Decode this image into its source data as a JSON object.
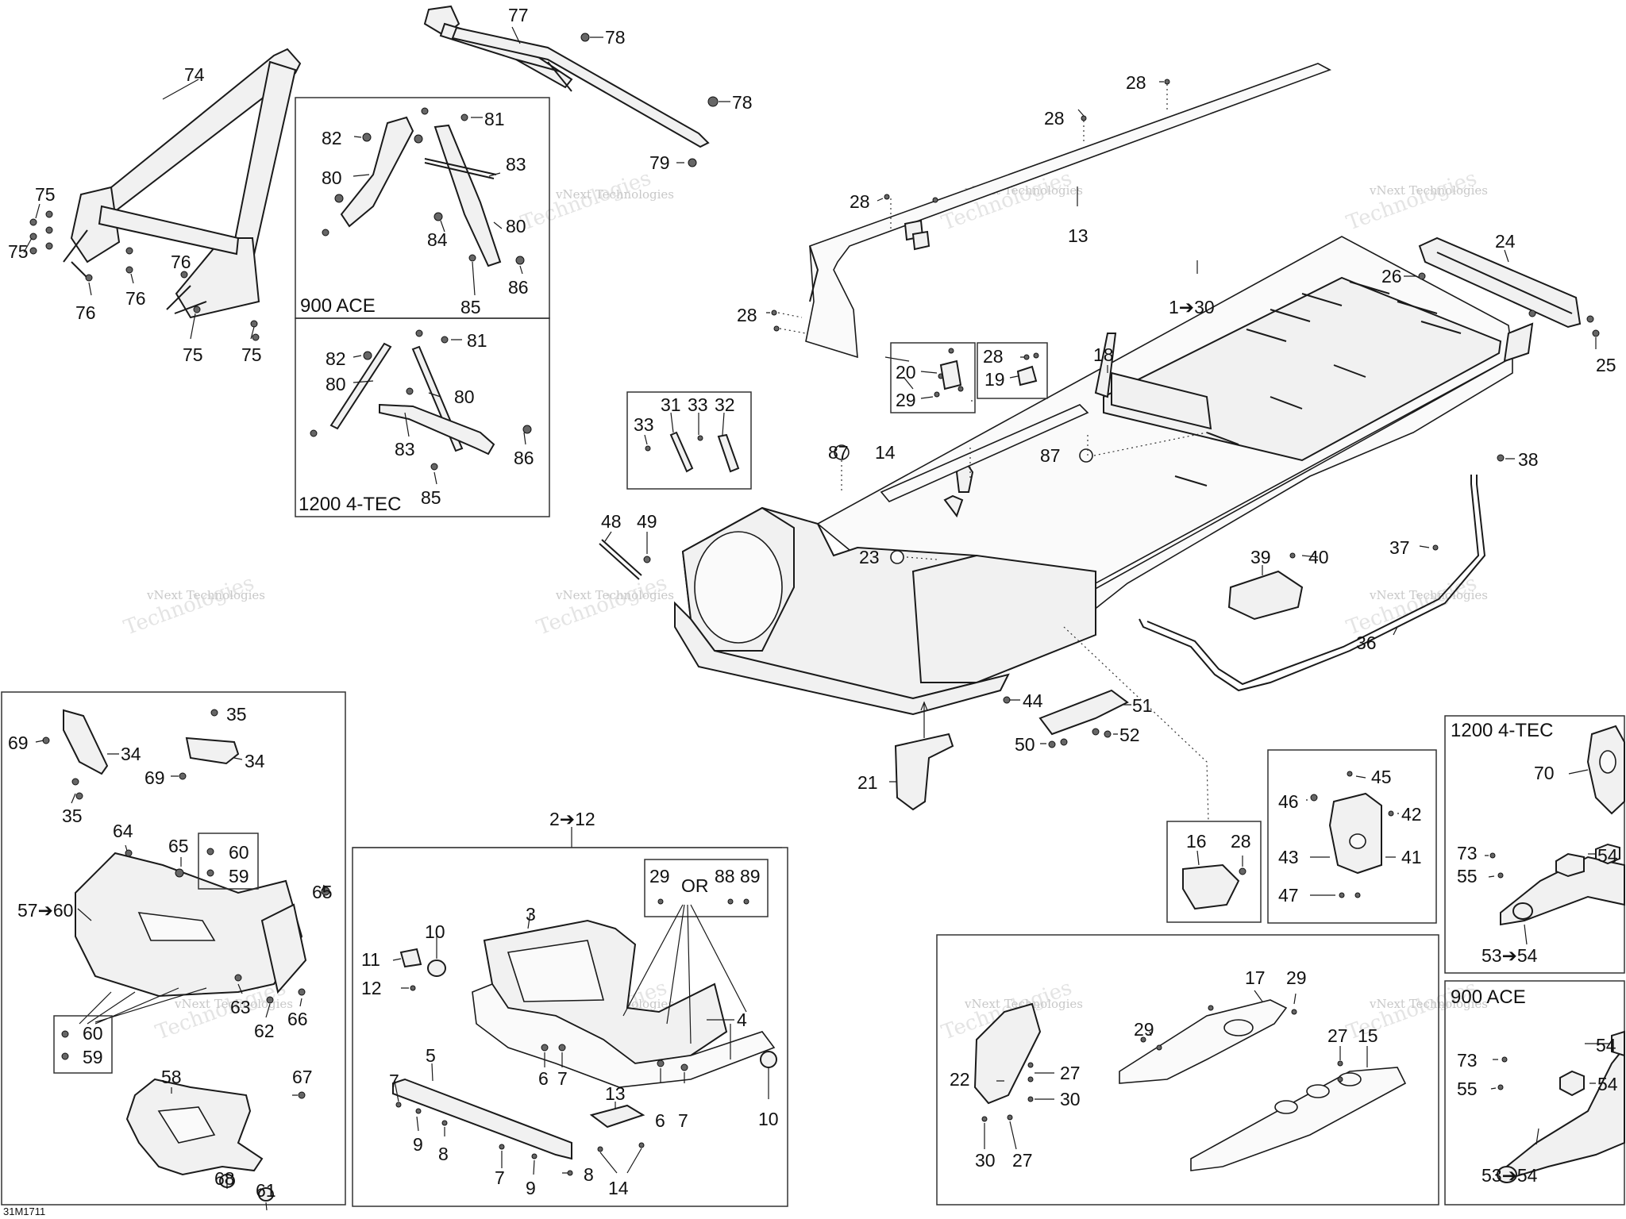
{
  "diagram": {
    "code": "31M1711",
    "watermark_brand": "vNext Technologies",
    "watermark_word": "Technologies",
    "panels": {
      "ace_top": "900 ACE",
      "tec_top": "1200 4-TEC",
      "tec_right": "1200 4-TEC",
      "ace_right": "900 ACE"
    },
    "labels": {
      "l74": "74",
      "l75a": "75",
      "l75b": "75",
      "l75c": "75",
      "l75d": "75",
      "l76a": "76",
      "l76b": "76",
      "l76c": "76",
      "l77": "77",
      "l78a": "78",
      "l78b": "78",
      "l79": "79",
      "l81a": "81",
      "l82a": "82",
      "l80a": "80",
      "l83a": "83",
      "l80b": "80",
      "l84": "84",
      "l86a": "86",
      "l85a": "85",
      "l81b": "81",
      "l82b": "82",
      "l80c": "80",
      "l80d": "80",
      "l83b": "83",
      "l86b": "86",
      "l85b": "85",
      "l28a": "28",
      "l28b": "28",
      "l28c": "28",
      "l28d": "28",
      "l28e": "28",
      "l28f": "28",
      "l13a": "13",
      "l24": "24",
      "l26": "26",
      "l25": "25",
      "l1_30": "1➔30",
      "l18": "18",
      "l20": "20",
      "l19": "19",
      "l29a": "29",
      "l31": "31",
      "l33a": "33",
      "l33b": "33",
      "l32": "32",
      "l87a": "87",
      "l87b": "87",
      "l14a": "14",
      "l23": "23",
      "l38": "38",
      "l37": "37",
      "l39": "39",
      "l40": "40",
      "l48": "48",
      "l49": "49",
      "l36": "36",
      "l44": "44",
      "l51": "51",
      "l50": "50",
      "l52": "52",
      "l21": "21",
      "l35a": "35",
      "l69a": "69",
      "l34a": "34",
      "l34b": "34",
      "l69b": "69",
      "l35b": "35",
      "l64": "64",
      "l65a": "65",
      "l60a": "60",
      "l59a": "59",
      "l57_60": "57➔60",
      "l65b": "65",
      "l63": "63",
      "l62": "62",
      "l66": "66",
      "l60b": "60",
      "l59b": "59",
      "l58": "58",
      "l67": "67",
      "l68": "68",
      "l61": "61",
      "l2_12": "2➔12",
      "l29b": "29",
      "l_or": "OR",
      "l88": "88",
      "l89": "89",
      "l3": "3",
      "l10a": "10",
      "l11": "11",
      "l12": "12",
      "l4": "4",
      "l6a": "6",
      "l7a": "7",
      "l5": "5",
      "l7b": "7",
      "l9a": "9",
      "l8a": "8",
      "l13b": "13",
      "l6b": "6",
      "l7c": "7",
      "l10b": "10",
      "l7d": "7",
      "l9b": "9",
      "l8b": "8",
      "l14b": "14",
      "l16": "16",
      "l45": "45",
      "l46": "46",
      "l42": "42",
      "l43": "43",
      "l41": "41",
      "l47": "47",
      "l70": "70",
      "l73a": "73",
      "l54a": "54",
      "l55a": "55",
      "l53_54a": "53➔54",
      "l17": "17",
      "l29c": "29",
      "l27a": "27",
      "l15": "15",
      "l22": "22",
      "l27b": "27",
      "l30a": "30",
      "l30b": "30",
      "l27c": "27",
      "l54b": "54",
      "l73b": "73",
      "l54c": "54",
      "l55b": "55",
      "l53_54b": "53➔54"
    }
  }
}
